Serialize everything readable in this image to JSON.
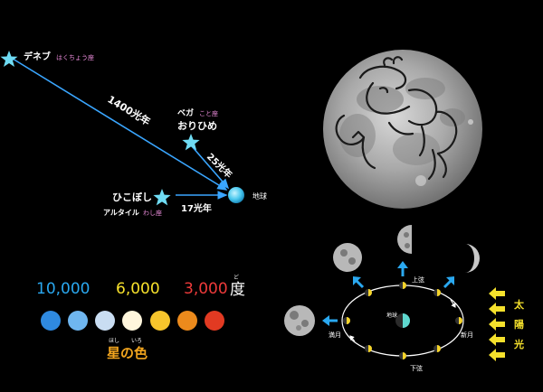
{
  "stars": {
    "deneb": {
      "name": "デネブ",
      "constellation": "はくちょう座"
    },
    "vega": {
      "name": "ベガ",
      "constellation": "こと座",
      "nickname": "おりひめ"
    },
    "altair": {
      "name": "ひこぼし",
      "alias": "アルタイル",
      "constellation": "わし座"
    },
    "earth": "地球",
    "distances": {
      "deneb": "1400光年",
      "vega": "25光年",
      "altair": "17光年"
    }
  },
  "temperature": {
    "values": [
      "10,000",
      "6,000",
      "3,000"
    ],
    "unit": "度",
    "unit_ruby": "ど",
    "title": "星の色",
    "title_ruby_1": "ほし",
    "title_ruby_2": "いろ",
    "value_colors": [
      "#2aa8f0",
      "#f7e12c",
      "#ee3a3a"
    ],
    "swatches": [
      "#2f8ae0",
      "#6fb6ef",
      "#c9ddf2",
      "#fff6dc",
      "#f7c52c",
      "#ec8a1c",
      "#e23a22"
    ]
  },
  "moon_phases": {
    "labels": {
      "first_quarter": "上弦",
      "new_moon": "新月",
      "last_quarter": "下弦",
      "full_moon": "満月"
    },
    "center_label": "地球",
    "sunlight": [
      "太",
      "陽",
      "光"
    ]
  }
}
